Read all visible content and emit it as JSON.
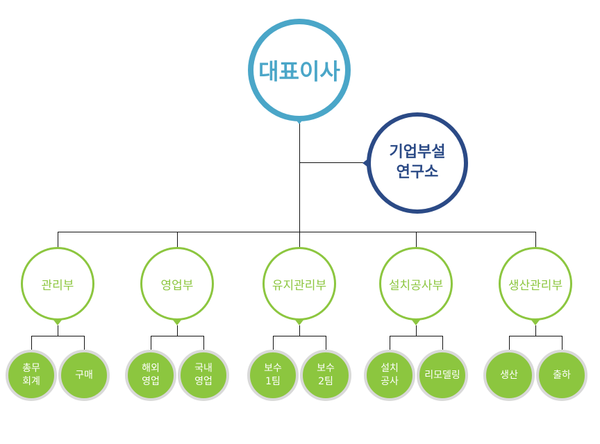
{
  "colors": {
    "ceo": "#4aa6c8",
    "lab": "#2b4a86",
    "dept": "#8cc63f",
    "team_fill": "#8cc63f",
    "team_ring": "#d9d9d9",
    "line": "#111111"
  },
  "ceo": {
    "label": "대표이사"
  },
  "lab": {
    "label": "기업부설\n연구소"
  },
  "departments": [
    {
      "label": "관리부",
      "teams": [
        "총무\n회계",
        "구매"
      ]
    },
    {
      "label": "영업부",
      "teams": [
        "해외\n영업",
        "국내\n영업"
      ]
    },
    {
      "label": "유지관리부",
      "teams": [
        "보수\n1팀",
        "보수\n2팀"
      ]
    },
    {
      "label": "설치공사부",
      "teams": [
        "설치\n공사",
        "리모델링"
      ]
    },
    {
      "label": "생산관리부",
      "teams": [
        "생산",
        "출하"
      ]
    }
  ]
}
